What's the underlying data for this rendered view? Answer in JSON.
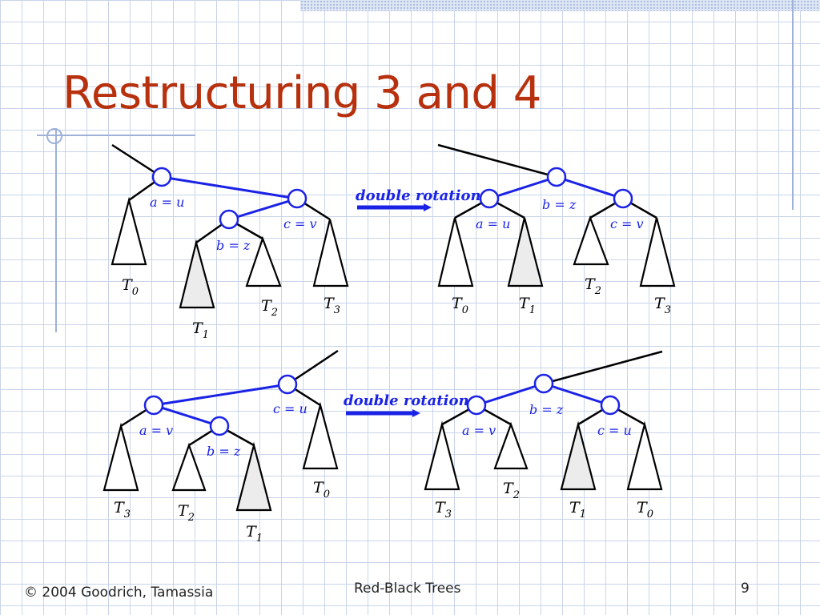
{
  "slide": {
    "title": "Restructuring 3 and 4",
    "footer_left": "© 2004 Goodrich, Tamassia",
    "footer_center": "Red-Black Trees",
    "page_number": "9"
  },
  "diagrams": [
    {
      "before": {
        "nodes": [
          "a = u",
          "c = v",
          "b = z"
        ],
        "subtrees": [
          {
            "name": "T",
            "sub": "0"
          },
          {
            "name": "T",
            "sub": "1"
          },
          {
            "name": "T",
            "sub": "2"
          },
          {
            "name": "T",
            "sub": "3"
          }
        ]
      },
      "arrow_label": "double rotation",
      "after": {
        "nodes": [
          "b = z",
          "a = u",
          "c = v"
        ],
        "subtrees": [
          {
            "name": "T",
            "sub": "0"
          },
          {
            "name": "T",
            "sub": "1"
          },
          {
            "name": "T",
            "sub": "2"
          },
          {
            "name": "T",
            "sub": "3"
          }
        ]
      }
    },
    {
      "before": {
        "nodes": [
          "c = u",
          "a = v",
          "b = z"
        ],
        "subtrees": [
          {
            "name": "T",
            "sub": "3"
          },
          {
            "name": "T",
            "sub": "2"
          },
          {
            "name": "T",
            "sub": "1"
          },
          {
            "name": "T",
            "sub": "0"
          }
        ]
      },
      "arrow_label": "double rotation",
      "after": {
        "nodes": [
          "b = z",
          "a = v",
          "c = u"
        ],
        "subtrees": [
          {
            "name": "T",
            "sub": "3"
          },
          {
            "name": "T",
            "sub": "2"
          },
          {
            "name": "T",
            "sub": "1"
          },
          {
            "name": "T",
            "sub": "0"
          }
        ]
      }
    }
  ]
}
